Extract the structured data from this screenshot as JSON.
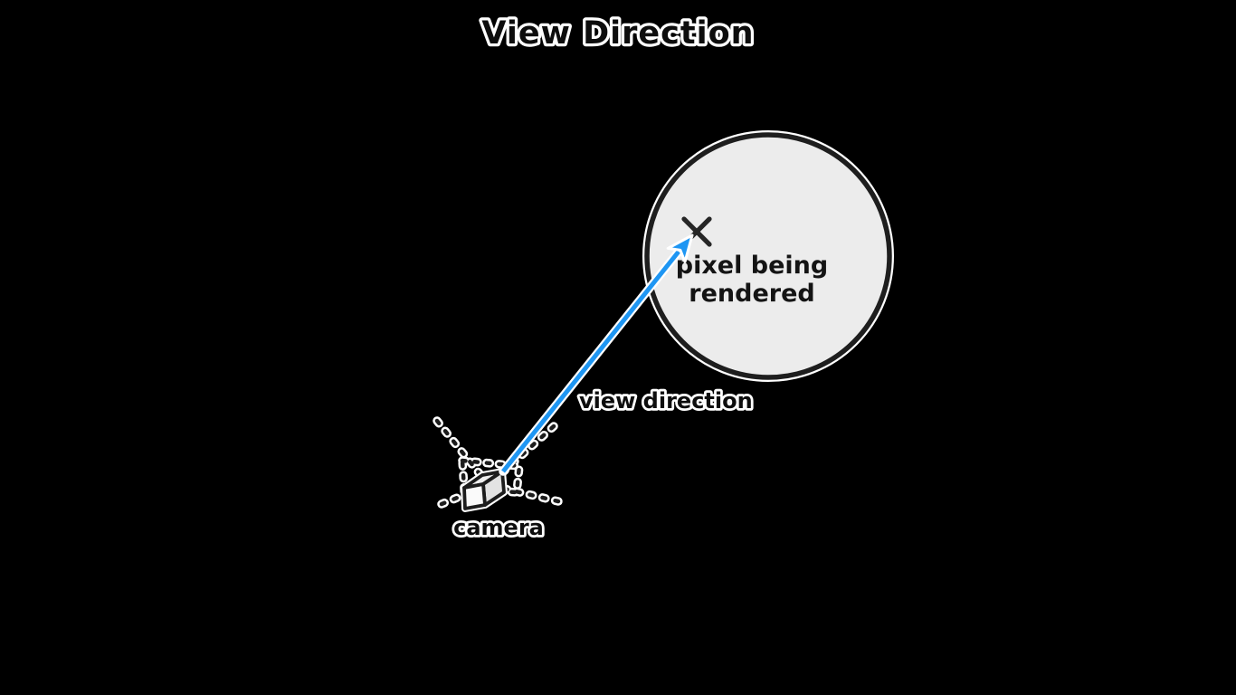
{
  "title": "View Direction",
  "colors": {
    "background": "#000000",
    "accent_blue": "#1E96F3",
    "circle_fill": "#ECECEC",
    "circle_ring": "#1E1E1E",
    "ink": "#1D1D1D",
    "halo_white": "#FFFFFF",
    "text_dark": "#141414"
  },
  "labels": {
    "pixel_line1": "pixel being",
    "pixel_line2": "rendered",
    "view_direction": "view direction",
    "camera": "camera"
  },
  "icons": {
    "camera": "cube-3d-icon",
    "pixel_marker": "x-marker-icon",
    "view_ray": "blue-arrow-icon",
    "frustum": "dashed-frustum-rays-icon"
  }
}
